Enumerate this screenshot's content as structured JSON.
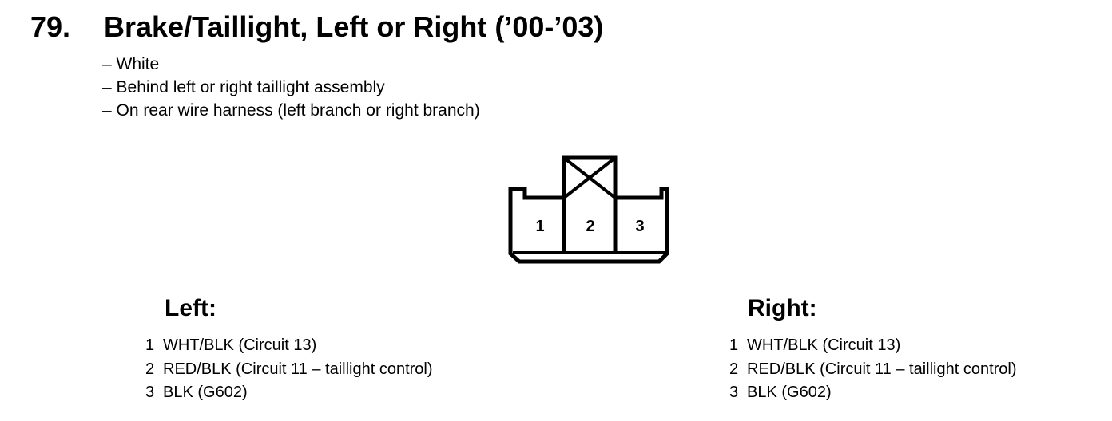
{
  "header": {
    "number": "79.",
    "title": "Brake/Taillight, Left or Right (’00-’03)"
  },
  "info": [
    "– White",
    "– Behind left or right taillight assembly",
    "– On rear wire harness (left branch or right branch)"
  ],
  "connector": {
    "pins": [
      "1",
      "2",
      "3"
    ]
  },
  "left": {
    "title": "Left:",
    "pins": [
      {
        "num": "1",
        "desc": "WHT/BLK (Circuit 13)"
      },
      {
        "num": "2",
        "desc": "RED/BLK (Circuit 11 – taillight control)"
      },
      {
        "num": "3",
        "desc": "BLK (G602)"
      }
    ]
  },
  "right": {
    "title": "Right:",
    "pins": [
      {
        "num": "1",
        "desc": "WHT/BLK (Circuit 13)"
      },
      {
        "num": "2",
        "desc": "RED/BLK (Circuit 11 – taillight control)"
      },
      {
        "num": "3",
        "desc": "BLK (G602)"
      }
    ]
  }
}
